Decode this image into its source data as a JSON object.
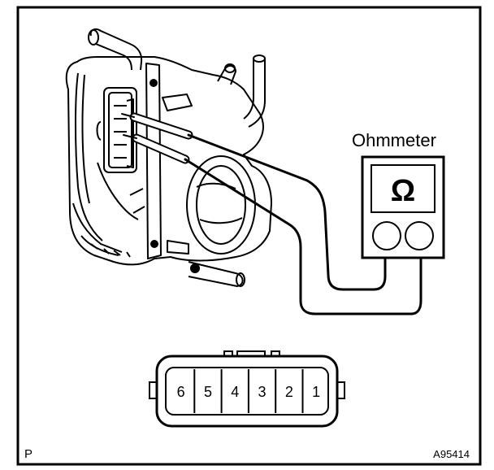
{
  "meter": {
    "label": "Ohmmeter",
    "symbol": "Ω"
  },
  "connector": {
    "pins": [
      "6",
      "5",
      "4",
      "3",
      "2",
      "1"
    ]
  },
  "footer": {
    "left_code": "P",
    "figure_id": "A95414"
  }
}
